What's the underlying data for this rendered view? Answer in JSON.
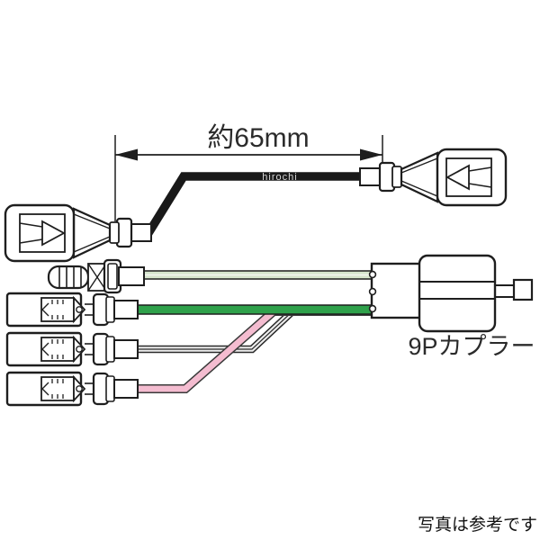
{
  "dimension_annotation": {
    "label": "約65mm"
  },
  "watermark": {
    "text": "hirochi"
  },
  "coupler": {
    "label": "9Pカプラー",
    "pin_circles": 3
  },
  "footer": {
    "note": "写真は参考です"
  },
  "colors": {
    "outline": "#1e1e1e",
    "black_wire": "#191919",
    "pale_green_wire": "#d7e6ce",
    "green_wire": "#2fa14b",
    "gray_wire": "#ededed",
    "pink_wire": "#f4bcd0",
    "watermark_text": "#d8d8d8",
    "annotation_text": "#2b2b2b",
    "footer_text": "#111111"
  },
  "parts": {
    "left_terminal": "large spade terminal with sleeve",
    "right_terminal": "large spade terminal with sleeve",
    "bullet_terminal": "bullet terminal",
    "sleeve_terminal_1": "female spade terminal with sleeve",
    "sleeve_terminal_2": "female spade terminal with sleeve",
    "sleeve_terminal_3": "female spade terminal with sleeve",
    "coupler_body": "9P coupler connector"
  },
  "wires": [
    {
      "name": "black-jumper",
      "color": "#191919"
    },
    {
      "name": "pale-green",
      "color": "#d7e6ce"
    },
    {
      "name": "green",
      "color": "#2fa14b"
    },
    {
      "name": "gray-stripe",
      "color": "#ededed"
    },
    {
      "name": "pink",
      "color": "#f4bcd0"
    }
  ]
}
